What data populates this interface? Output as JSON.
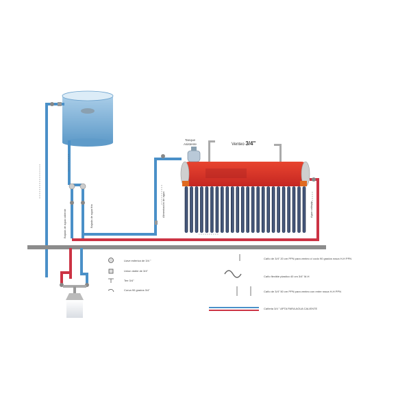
{
  "labels": {
    "tanque_line1": "Tanque",
    "tanque_line2": "Asistente",
    "venteo": "Venteo",
    "venteo_size": "3/4\"",
    "bajada_caliente": "Bajada de agua caliente",
    "bajada_fria": "Bajada de agua fria",
    "alimentacion": "Alimentación de agua",
    "agua_caliente": "Agua caliente"
  },
  "legend_left": [
    {
      "icon": "valve-icon",
      "text": "Llave esferica de 3/4 \""
    },
    {
      "icon": "union-icon",
      "text": "Union doble de 3/4\""
    },
    {
      "icon": "tee-icon",
      "text": "Tee 3/4\""
    },
    {
      "icon": "elbow-icon",
      "text": "Curva 90 grados  3/4\""
    }
  ],
  "legend_right": [
    {
      "icon": "vent-pipe-icon",
      "text": "Caño de 3/4\" 20 cm  PPN para venteo c/ codo 90 grados rosca H-H PPN"
    },
    {
      "icon": "flex-hose-icon",
      "text": "Caño flexible plastico 40 cm 3/4\"  M-H"
    },
    {
      "icon": "double-pipe-icon",
      "text": "Caño de 3/4\"   50 cm PPN para venteo con entre rosca H-H PPN"
    },
    {
      "icon": "pipe-line-icon",
      "text": "Cañeria 3/4 \" APTA PARA AGUA CALIENTE"
    }
  ],
  "colors": {
    "cold": "#4a90c8",
    "hot": "#cc3344",
    "ground": "#8c8c8c",
    "tank_body": "#7fb4dc",
    "collector": "#d9342b",
    "tube": "#2b3a55"
  }
}
